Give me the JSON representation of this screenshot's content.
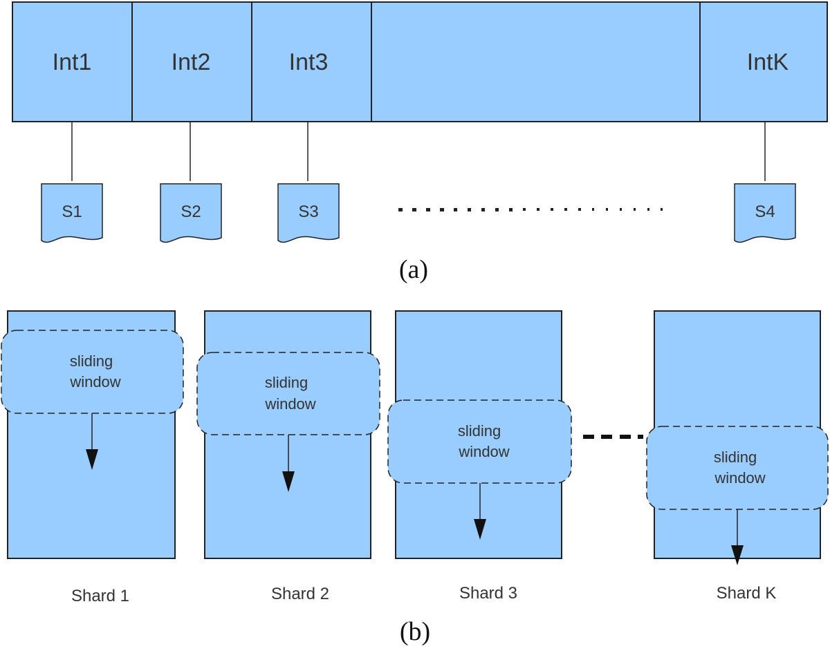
{
  "colors": {
    "fill": "#99ccff",
    "stroke": "#222222",
    "text": "#333333"
  },
  "part_a": {
    "intervals": [
      "Int1",
      "Int2",
      "Int3",
      "",
      "IntK"
    ],
    "documents": [
      "S1",
      "S2",
      "S3",
      "S4"
    ],
    "caption": "(a)"
  },
  "part_b": {
    "window_label_line1": "sliding",
    "window_label_line2": "window",
    "shards": [
      "Shard 1",
      "Shard 2",
      "Shard 3",
      "Shard K"
    ],
    "caption": "(b)"
  }
}
